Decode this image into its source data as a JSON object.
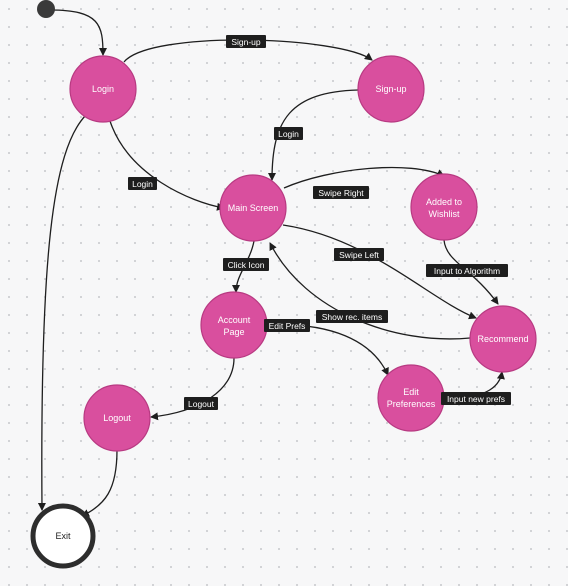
{
  "states": {
    "login": "Login",
    "signup": "Sign-up",
    "main": "Main Screen",
    "wishlist": [
      "Added to",
      "Wishlist"
    ],
    "account": [
      "Account",
      "Page"
    ],
    "recommend": "Recommend",
    "edit": [
      "Edit",
      "Preferences"
    ],
    "logout": "Logout",
    "exit": "Exit"
  },
  "transitions": {
    "login_to_signup": "Sign-up",
    "signup_to_main": "Login",
    "login_to_main": "Login",
    "main_to_wishlist": "Swipe Right",
    "main_to_account": "Click Icon",
    "main_to_recommend": "Swipe Left",
    "wishlist_to_recommend": "Input to Algorithm",
    "recommend_to_main": "Show rec. items",
    "account_to_edit": "Edit Prefs",
    "edit_to_recommend": "Input new prefs",
    "account_to_logout": "Logout"
  },
  "colors": {
    "state_fill": "#d94f9e",
    "edge": "#1e1e1e",
    "background": "#f7f7f8"
  }
}
